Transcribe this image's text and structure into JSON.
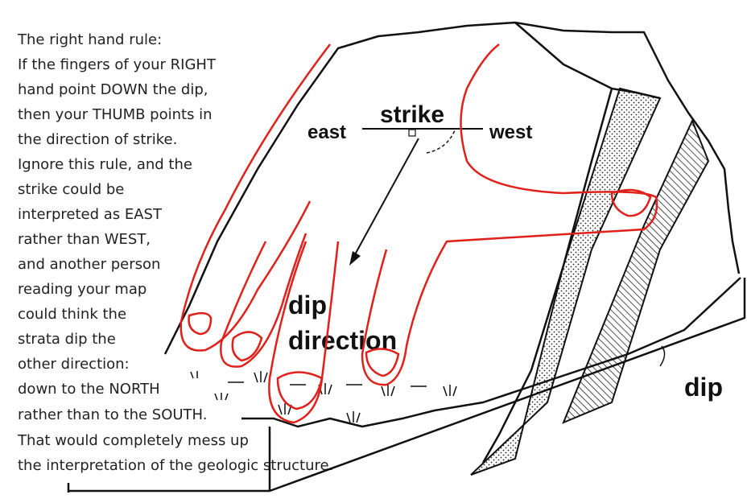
{
  "caption_lines": [
    "The right hand rule:",
    "If the fingers of your RIGHT",
    "hand point DOWN the dip,",
    "then your THUMB points in",
    "the direction of strike.",
    "Ignore this rule, and the",
    "strike could be",
    "interpreted as EAST",
    "rather than WEST,",
    "and another person",
    "reading your map",
    "could think the",
    "strata dip the",
    "other direction:",
    "down to the NORTH",
    "rather than to the SOUTH.",
    "That would completely mess up",
    "the interpretation of the geologic structure."
  ],
  "diagram": {
    "strike": "strike",
    "east": "east",
    "west": "west",
    "dip_direction_1": "dip",
    "dip_direction_2": "direction",
    "dip": "dip"
  },
  "colors": {
    "annotation": "#e0201a",
    "ink": "#111111"
  }
}
